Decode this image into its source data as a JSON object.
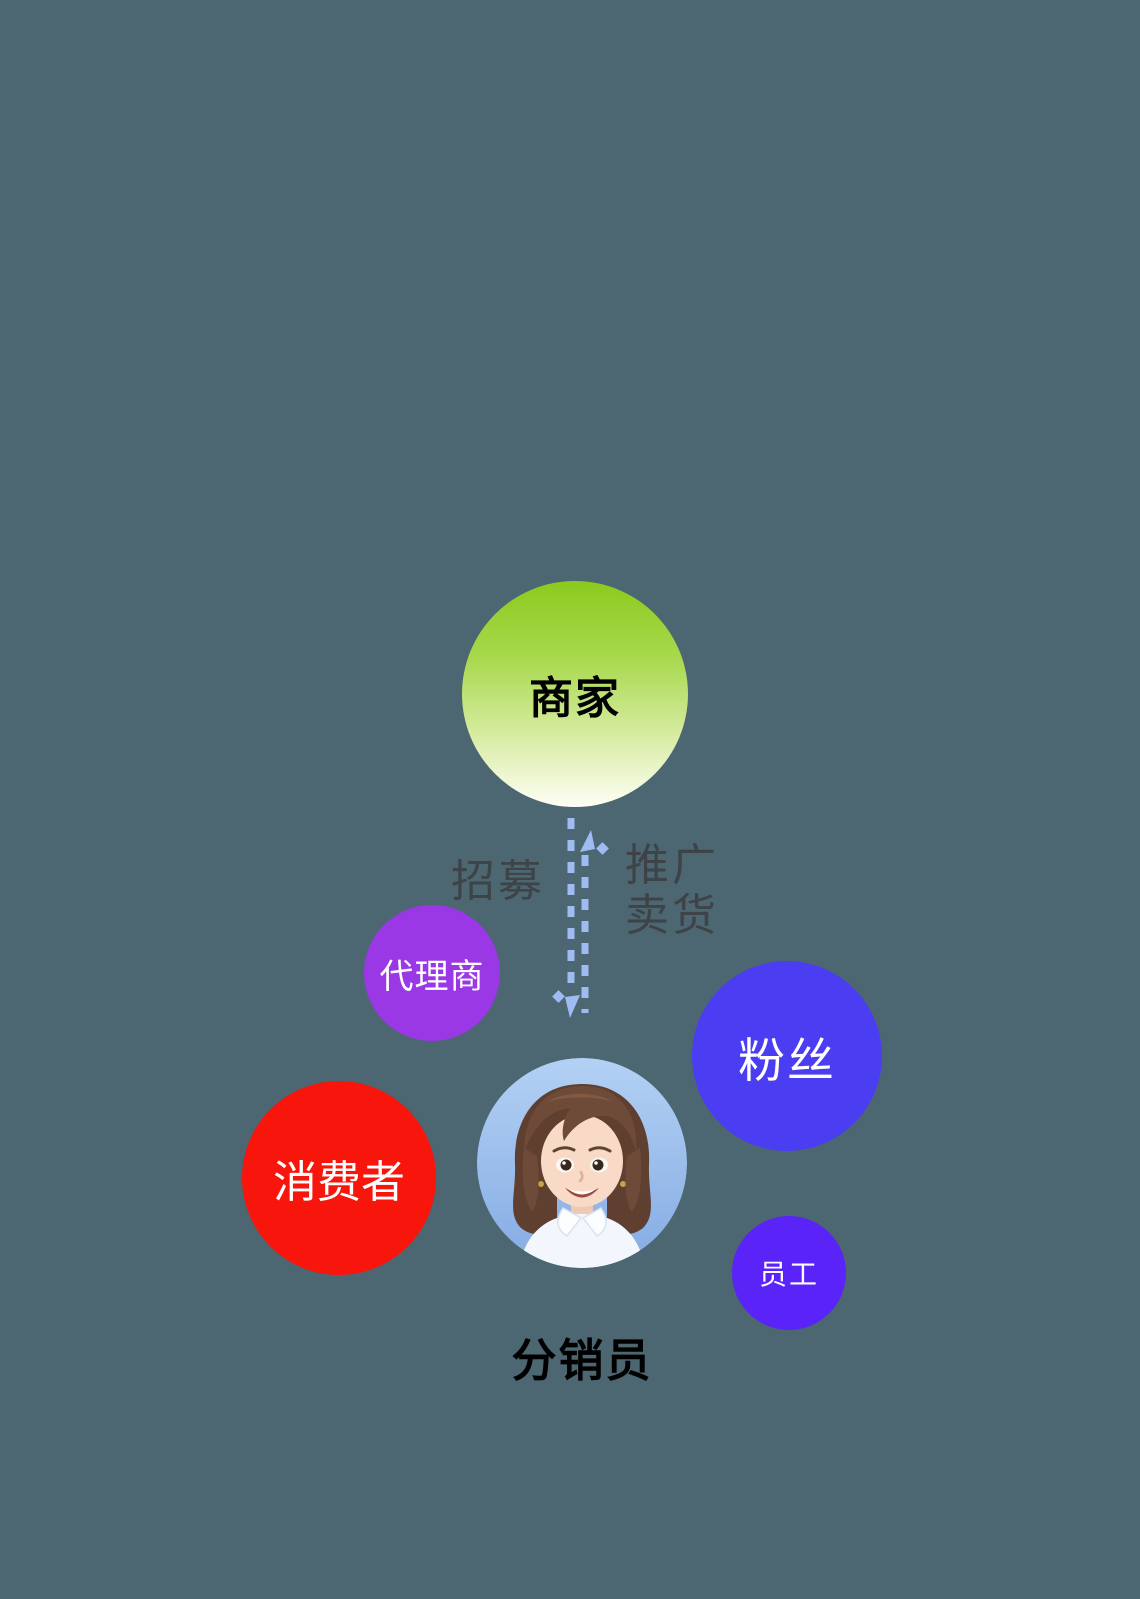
{
  "canvas": {
    "background": "#4C6672"
  },
  "nodes": {
    "merchant": {
      "label": "商家",
      "gradient_top": "#8BCA1E",
      "gradient_bottom": "#FEFEF6",
      "text_color": "#000000"
    },
    "agent": {
      "label": "代理商",
      "color": "#9A38E5",
      "text_color": "#FFFFFF"
    },
    "fans": {
      "label": "粉丝",
      "color": "#4B3DF2",
      "text_color": "#FFFFFF"
    },
    "consumer": {
      "label": "消费者",
      "color": "#F7150C",
      "text_color": "#FFFFFF"
    },
    "employee": {
      "label": "员工",
      "color": "#5A23F7",
      "text_color": "#FFFFFF"
    },
    "distributor": {
      "label": "分销员",
      "avatar": "female-distributor-avatar",
      "text_color": "#000000"
    }
  },
  "flows": {
    "recruit_label": "招募",
    "promote_label_line1": "推广",
    "promote_label_line2": "卖货",
    "arrow_color": "#9FBCF2",
    "label_color": "#3D4347"
  }
}
